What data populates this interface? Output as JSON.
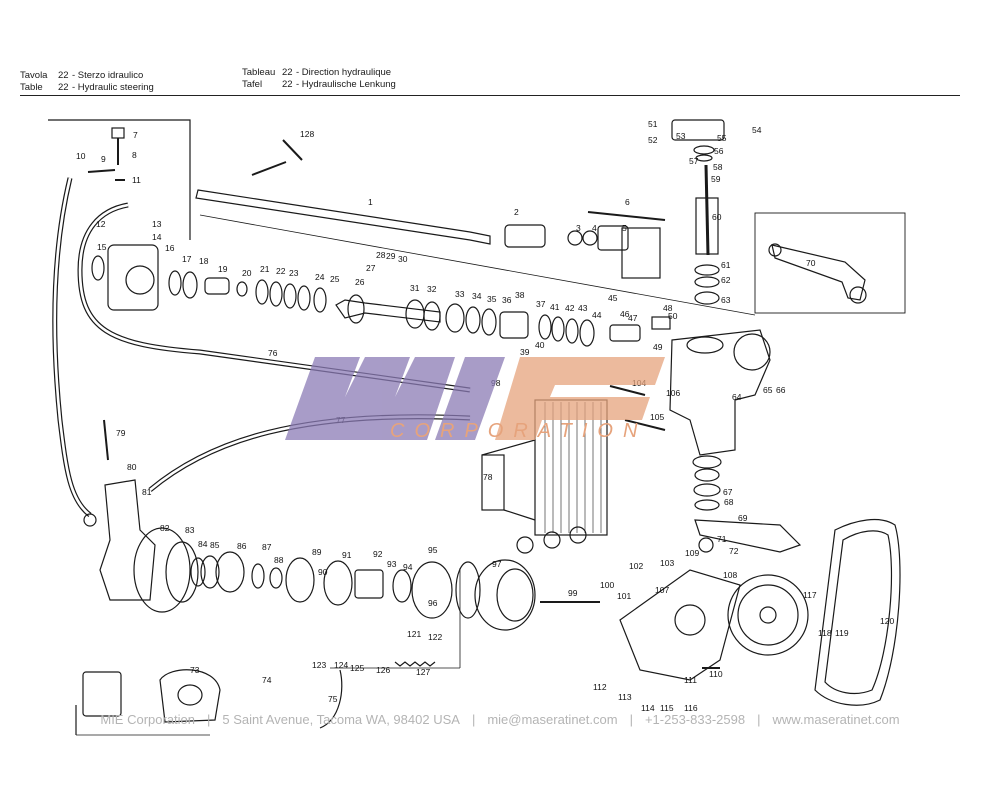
{
  "header": {
    "it_label": "Tavola",
    "it_num": "22",
    "it_title": "- Sterzo idraulico",
    "en_label": "Table",
    "en_num": "22",
    "en_title": "- Hydraulic steering",
    "fr_label": "Tableau",
    "fr_num": "22",
    "fr_title": "- Direction hydraulique",
    "de_label": "Tafel",
    "de_num": "22",
    "de_title": "- Hydraulische Lenkung"
  },
  "watermark": {
    "logo_text": "mie",
    "sub_text": "CORPORATION",
    "logo_color": "#8b7bb5",
    "accent_color": "#e6a37c"
  },
  "footer": {
    "company": "MIE Corporation",
    "address": "5 Saint Avenue, Tacoma WA, 98402 USA",
    "email": "mie@maseratinet.com",
    "phone": "+1-253-833-2598",
    "website": "www.maseratinet.com"
  },
  "part_labels": [
    "1",
    "2",
    "3",
    "4",
    "5",
    "6",
    "7",
    "8",
    "9",
    "10",
    "11",
    "12",
    "13",
    "14",
    "15",
    "16",
    "17",
    "18",
    "19",
    "20",
    "21",
    "22",
    "23",
    "24",
    "25",
    "26",
    "27",
    "28",
    "29",
    "30",
    "31",
    "32",
    "33",
    "34",
    "35",
    "36",
    "37",
    "38",
    "39",
    "40",
    "41",
    "42",
    "43",
    "44",
    "45",
    "46",
    "47",
    "48",
    "49",
    "50",
    "51",
    "52",
    "53",
    "54",
    "55",
    "56",
    "57",
    "58",
    "59",
    "60",
    "61",
    "62",
    "63",
    "64",
    "65",
    "66",
    "67",
    "68",
    "69",
    "70",
    "71",
    "72",
    "73",
    "74",
    "75",
    "76",
    "77",
    "78",
    "79",
    "80",
    "81",
    "82",
    "83",
    "84",
    "85",
    "86",
    "87",
    "88",
    "89",
    "90",
    "91",
    "92",
    "93",
    "94",
    "95",
    "96",
    "97",
    "98",
    "99",
    "100",
    "101",
    "102",
    "103",
    "104",
    "105",
    "106",
    "107",
    "108",
    "109",
    "110",
    "111",
    "112",
    "113",
    "114",
    "115",
    "116",
    "117",
    "118",
    "119",
    "120",
    "121",
    "122",
    "123",
    "124",
    "125",
    "126",
    "127",
    "128"
  ]
}
